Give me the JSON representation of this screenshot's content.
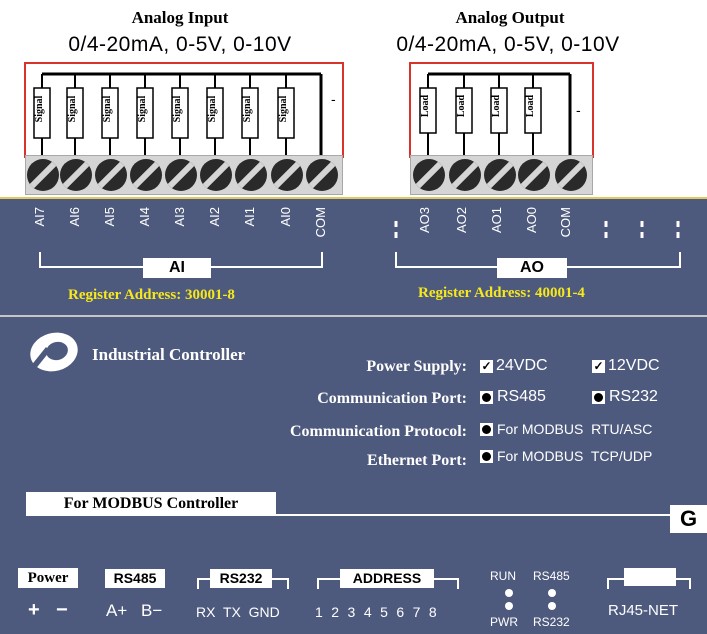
{
  "analog_input": {
    "title": "Analog Input",
    "range": "0/4-20mA, 0-5V, 0-10V"
  },
  "analog_output": {
    "title": "Analog Output",
    "range": "0/4-20mA, 0-5V, 0-10V"
  },
  "signal_label": "Signal",
  "load_label": "Load",
  "minus_sign": "-",
  "ai_terminals": [
    "AI7",
    "AI6",
    "AI5",
    "AI4",
    "AI3",
    "AI2",
    "AI1",
    "AI0",
    "COM"
  ],
  "ao_terminals": [
    "AO3",
    "AO2",
    "AO1",
    "AO0",
    "COM"
  ],
  "ai_group_label": "AI",
  "ao_group_label": "AO",
  "ai_register": "Register Address: 30001-8",
  "ao_register": "Register Address: 40001-4",
  "brand": "Industrial Controller",
  "specs": {
    "power_supply_label": "Power Supply:",
    "power_opt1": "24VDC",
    "power_opt2": "12VDC",
    "comm_port_label": "Communication Port:",
    "port_opt1": "RS485",
    "port_opt2": "RS232",
    "protocol_label": "Communication Protocol:",
    "protocol_opt": "For MODBUS  RTU/ASC",
    "ethernet_label": "Ethernet Port:",
    "ethernet_opt": "For MODBUS  TCP/UDP"
  },
  "controller_badge": "For MODBUS Controller",
  "ground_label": "G",
  "bottom": {
    "power_label": "Power",
    "power_plus": "+",
    "power_minus": "−",
    "rs485_label": "RS485",
    "rs485_a": "A+",
    "rs485_b": "B−",
    "rs232_label": "RS232",
    "rs232_pins": "RX  TX  GND",
    "address_label": "ADDRESS",
    "address_digits": "1 2 3 4 5 6 7 8",
    "led_run": "RUN",
    "led_rs485": "RS485",
    "led_pwr": "PWR",
    "led_rs232": "RS232",
    "rj45_label": "RJ45-NET"
  }
}
